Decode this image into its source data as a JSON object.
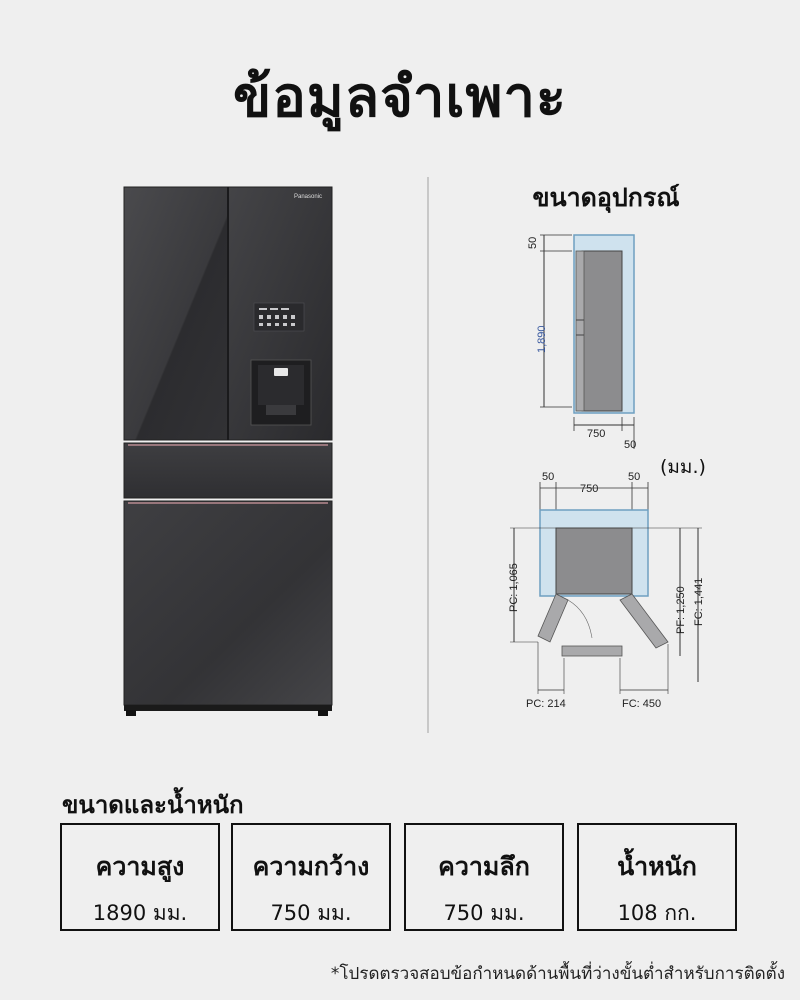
{
  "title": "ข้อมูลจำเพาะ",
  "brand_badge": "Panasonic",
  "dimensions_heading": "ขนาดอุปกรณ์",
  "unit_label": "(มม.)",
  "side_view": {
    "top_clearance": "50",
    "height": "1,890",
    "depth": "750",
    "rear_clearance": "50"
  },
  "top_view": {
    "left_clearance": "50",
    "width": "750",
    "right_clearance": "50",
    "pc_depth": "PC: 1,065",
    "pf_depth": "PF: 1,250",
    "fc_depth": "FC: 1,441",
    "pc_door": "PC: 214",
    "fc_door": "FC: 450"
  },
  "section_heading": "ขนาดและน้ำหนัก",
  "specs": [
    {
      "label": "ความสูง",
      "value": "1890 มม."
    },
    {
      "label": "ความกว้าง",
      "value": "750 มม."
    },
    {
      "label": "ความลึก",
      "value": "750 มม."
    },
    {
      "label": "น้ำหนัก",
      "value": "108 กก."
    }
  ],
  "footnote": "*โปรดตรวจสอบข้อกำหนดด้านพื้นที่ว่างขั้นต่ำสำหรับการติดตั้ง",
  "colors": {
    "background": "#efefef",
    "fridge_glass": "#3c3c3e",
    "clearance_fill": "#cfe2ee",
    "clearance_stroke": "#6f9fc0",
    "dimension_blue": "#3a5aa0"
  }
}
